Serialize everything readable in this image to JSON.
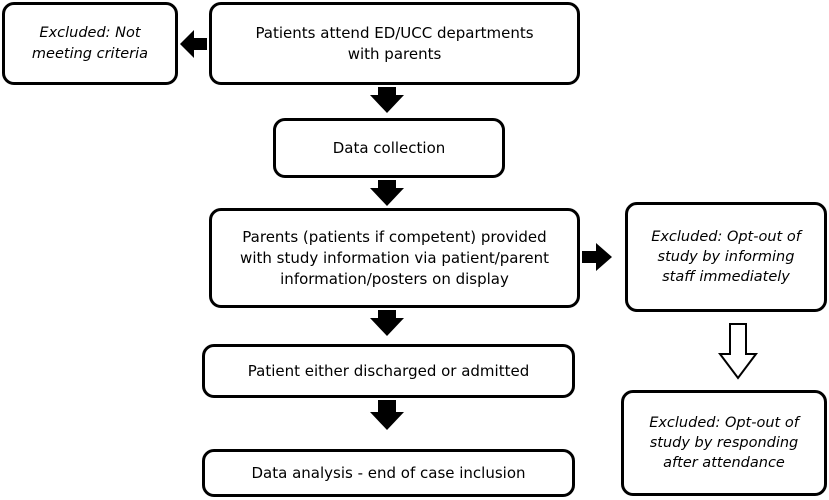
{
  "flowchart": {
    "nodes": {
      "attend": {
        "lines": [
          "Patients attend ED/UCC departments",
          "with parents"
        ]
      },
      "excluded_criteria": {
        "lines": [
          "Excluded: Not",
          "meeting criteria"
        ]
      },
      "collection": {
        "lines": [
          "Data collection"
        ]
      },
      "info": {
        "lines": [
          "Parents (patients if competent) provided",
          "with study information via patient/parent",
          "information/posters on display"
        ]
      },
      "excluded_optout_immediate": {
        "lines": [
          "Excluded: Opt-out of",
          "study by informing",
          "staff immediately"
        ]
      },
      "discharged": {
        "lines": [
          "Patient either discharged or admitted"
        ]
      },
      "excluded_optout_after": {
        "lines": [
          "Excluded: Opt-out of",
          "study by responding",
          "after attendance"
        ]
      },
      "analysis": {
        "lines": [
          "Data analysis - end of case inclusion"
        ]
      }
    },
    "edges": [
      {
        "from": "attend",
        "to": "excluded_criteria",
        "style": "filled"
      },
      {
        "from": "attend",
        "to": "collection",
        "style": "filled"
      },
      {
        "from": "collection",
        "to": "info",
        "style": "filled"
      },
      {
        "from": "info",
        "to": "excluded_optout_immediate",
        "style": "filled"
      },
      {
        "from": "info",
        "to": "discharged",
        "style": "filled"
      },
      {
        "from": "excluded_optout_immediate",
        "to": "excluded_optout_after",
        "style": "hollow"
      },
      {
        "from": "discharged",
        "to": "analysis",
        "style": "filled"
      }
    ]
  }
}
